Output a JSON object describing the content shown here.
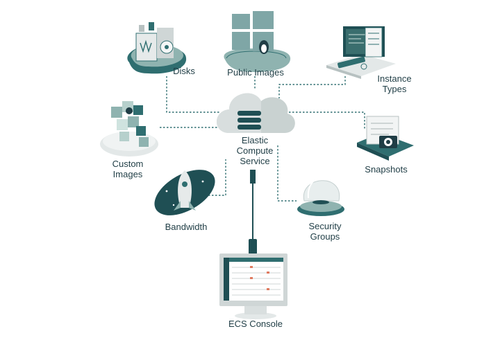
{
  "center": {
    "lines": [
      "Elastic",
      "Compute",
      "Service"
    ]
  },
  "nodes": {
    "disks": {
      "lines": [
        "Disks"
      ]
    },
    "public_images": {
      "lines": [
        "Public Images"
      ]
    },
    "instance_types": {
      "lines": [
        "Instance",
        "Types"
      ]
    },
    "custom_images": {
      "lines": [
        "Custom",
        "Images"
      ]
    },
    "snapshots": {
      "lines": [
        "Snapshots"
      ]
    },
    "bandwidth": {
      "lines": [
        "Bandwidth"
      ]
    },
    "security_groups": {
      "lines": [
        "Security",
        "Groups"
      ]
    },
    "ecs_console": {
      "lines": [
        "ECS Console"
      ]
    }
  },
  "colors": {
    "teal": "#2f6e70",
    "teal_dark": "#1f4f54",
    "teal_light": "#8fb3b0",
    "mint": "#cfe3df",
    "grey": "#d9dfdf",
    "grey_dark": "#b7c1c1",
    "line": "#2f6e70"
  }
}
